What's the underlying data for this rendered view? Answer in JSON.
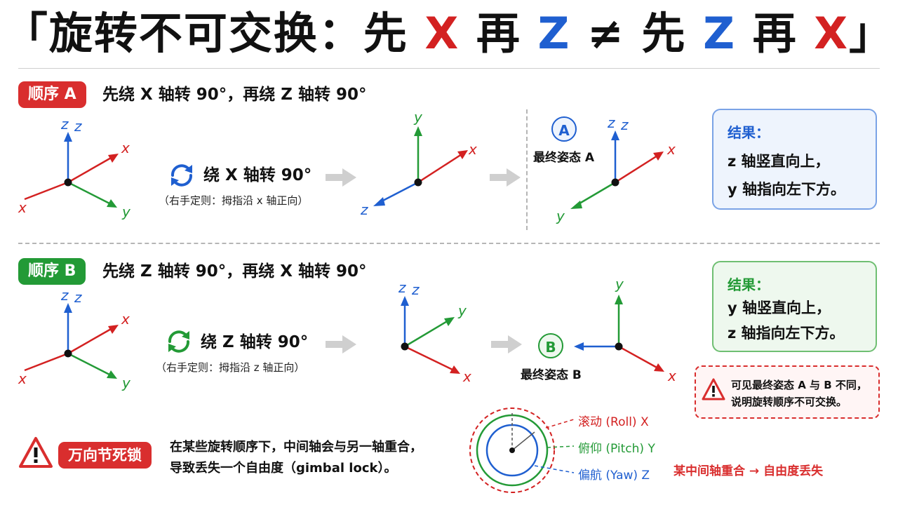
{
  "title": {
    "open": "「旋转不可交换：先 ",
    "x1": "X",
    "mid1": " 再 ",
    "z1": "Z",
    "neq": " ≠ 先 ",
    "z2": "Z",
    "mid2": " 再 ",
    "x2": "X",
    "close": "」"
  },
  "colors": {
    "x": "#d32121",
    "y": "#239a36",
    "z": "#1f5fd0",
    "arrow": "#cfcfcf"
  },
  "sequence_a": {
    "tag": "顺序 A",
    "heading": "先绕 X 轴转 90°，再绕 Z 轴转 90°",
    "rotation": {
      "label": "绕 X 轴转 90°",
      "note": "（右手定则：拇指沿 x 轴正向）",
      "icon": "rotate-arrows-icon"
    },
    "final_letter": "A",
    "final_label": "最终姿态 A",
    "result": {
      "title": "结果：",
      "line1": "z 轴竖直向上，",
      "line2": "y 轴指向左下方。"
    }
  },
  "sequence_b": {
    "tag": "顺序 B",
    "heading": "先绕 Z 轴转 90°，再绕 X 轴转 90°",
    "rotation": {
      "label": "绕 Z 轴转 90°",
      "note": "（右手定则：拇指沿 z 轴正向）",
      "icon": "rotate-arrows-icon"
    },
    "final_letter": "B",
    "final_label": "最终姿态 B",
    "result": {
      "title": "结果：",
      "line1": "y 轴竖直向上，",
      "line2": "z 轴指向左下方。"
    }
  },
  "warning": {
    "line1": "可见最终姿态 A 与 B 不同，",
    "line2": "说明旋转顺序不可交换。",
    "icon": "warning-icon"
  },
  "gimbal_lock": {
    "tag": "万向节死锁",
    "line1": "在某些旋转顺序下，中间轴会与另一轴重合，",
    "line2": "导致丢失一个自由度（gimbal lock）。",
    "roll_label": "滚动 (Roll) X",
    "pitch_label": "俯仰 (Pitch) Y",
    "yaw_label": "偏航 (Yaw) Z",
    "note": "某中间轴重合 → 自由度丢失",
    "icon": "warning-icon"
  },
  "axis_labels": {
    "x": "x",
    "y": "y",
    "z": "z"
  }
}
